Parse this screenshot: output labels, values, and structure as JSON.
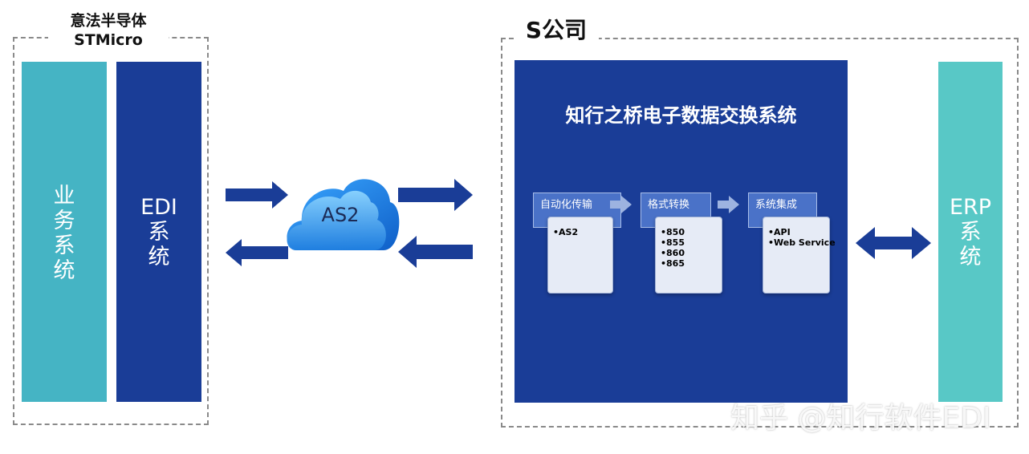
{
  "left_group": {
    "title_line1": "意法半导体",
    "title_line2": "STMicro",
    "business_system": [
      "业",
      "务",
      "系",
      "统"
    ],
    "edi_system": [
      "EDI",
      "系",
      "统"
    ]
  },
  "cloud": {
    "label": "AS2"
  },
  "right_group": {
    "title": "S公司",
    "main_title": "知行之桥电子数据交换系统",
    "steps": [
      {
        "label": "自动化传输",
        "items": [
          "•AS2"
        ]
      },
      {
        "label": "格式转换",
        "items": [
          "•850",
          "•855",
          "•860",
          "•865"
        ]
      },
      {
        "label": "系统集成",
        "items": [
          "•API",
          "•Web Service"
        ]
      }
    ],
    "erp_system": [
      "ERP",
      "系",
      "统"
    ]
  },
  "watermark": "知乎 @知行软件EDI",
  "colors": {
    "dark_blue": "#1a3d97",
    "teal": "#45b4c4",
    "light_teal": "#58c8c6",
    "arrow_blue": "#1a3d97"
  }
}
